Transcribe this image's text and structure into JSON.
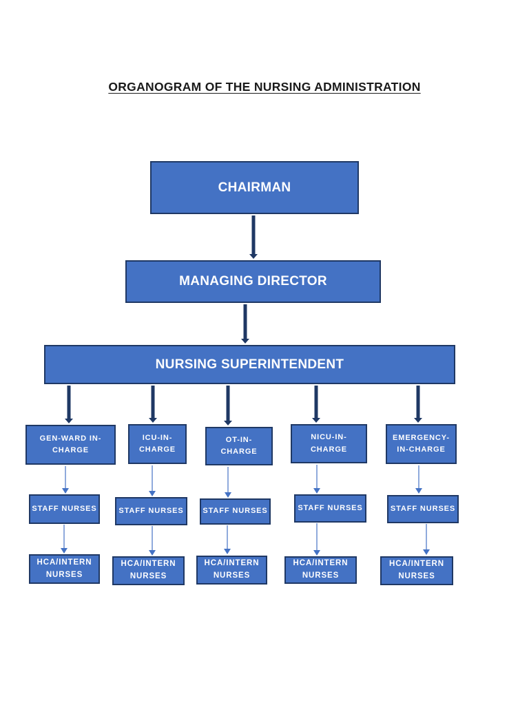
{
  "title": "ORGANOGRAM OF THE NURSING ADMINISTRATION",
  "colors": {
    "box_fill": "#4472C4",
    "box_border": "#1F3864",
    "connector_dark": "#1F3864",
    "connector_light_shaft": "#8FAADC",
    "connector_light_head": "#4472C4",
    "box_text": "#FFFFFF",
    "title_text": "#1A1A1A",
    "page_background": "#FFFFFF"
  },
  "hierarchy": {
    "level1": "CHAIRMAN",
    "level2": "MANAGING DIRECTOR",
    "level3": "NURSING SUPERINTENDENT",
    "branches": [
      {
        "incharge_line1": "GEN-WARD IN-",
        "incharge_line2": "CHARGE",
        "staff": "STAFF NURSES",
        "intern_line1": "HCA/INTERN",
        "intern_line2": "NURSES"
      },
      {
        "incharge_line1": "ICU-IN-",
        "incharge_line2": "CHARGE",
        "staff": "STAFF NURSES",
        "intern_line1": "HCA/INTERN",
        "intern_line2": "NURSES"
      },
      {
        "incharge_line1": "OT-IN-",
        "incharge_line2": "CHARGE",
        "staff": "STAFF NURSES",
        "intern_line1": "HCA/INTERN",
        "intern_line2": "NURSES"
      },
      {
        "incharge_line1": "NICU-IN-",
        "incharge_line2": "CHARGE",
        "staff": "STAFF NURSES",
        "intern_line1": "HCA/INTERN",
        "intern_line2": "NURSES"
      },
      {
        "incharge_line1": "EMERGENCY-",
        "incharge_line2": "IN-CHARGE",
        "staff": "STAFF NURSES",
        "intern_line1": "HCA/INTERN",
        "intern_line2": "NURSES"
      }
    ]
  }
}
